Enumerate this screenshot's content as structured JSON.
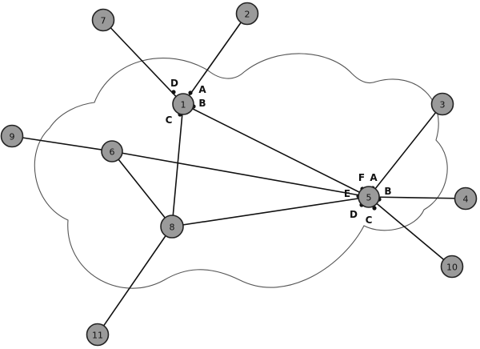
{
  "nodes": [
    {
      "id": "1",
      "label": "1"
    },
    {
      "id": "2",
      "label": "2"
    },
    {
      "id": "3",
      "label": "3"
    },
    {
      "id": "4",
      "label": "4"
    },
    {
      "id": "5",
      "label": "5"
    },
    {
      "id": "6",
      "label": "6"
    },
    {
      "id": "7",
      "label": "7"
    },
    {
      "id": "8",
      "label": "8"
    },
    {
      "id": "9",
      "label": "9"
    },
    {
      "id": "10",
      "label": "10"
    },
    {
      "id": "11",
      "label": "11"
    }
  ],
  "edges": [
    {
      "from": "1",
      "to": "7"
    },
    {
      "from": "1",
      "to": "2"
    },
    {
      "from": "1",
      "to": "8"
    },
    {
      "from": "1",
      "to": "5"
    },
    {
      "from": "6",
      "to": "9"
    },
    {
      "from": "6",
      "to": "5"
    },
    {
      "from": "6",
      "to": "8"
    },
    {
      "from": "8",
      "to": "5"
    },
    {
      "from": "8",
      "to": "11"
    },
    {
      "from": "5",
      "to": "3"
    },
    {
      "from": "5",
      "to": "4"
    },
    {
      "from": "5",
      "to": "10"
    }
  ],
  "ports": {
    "node1": [
      "D",
      "A",
      "B",
      "C"
    ],
    "node5": [
      "F",
      "A",
      "E",
      "B",
      "D",
      "C"
    ]
  }
}
